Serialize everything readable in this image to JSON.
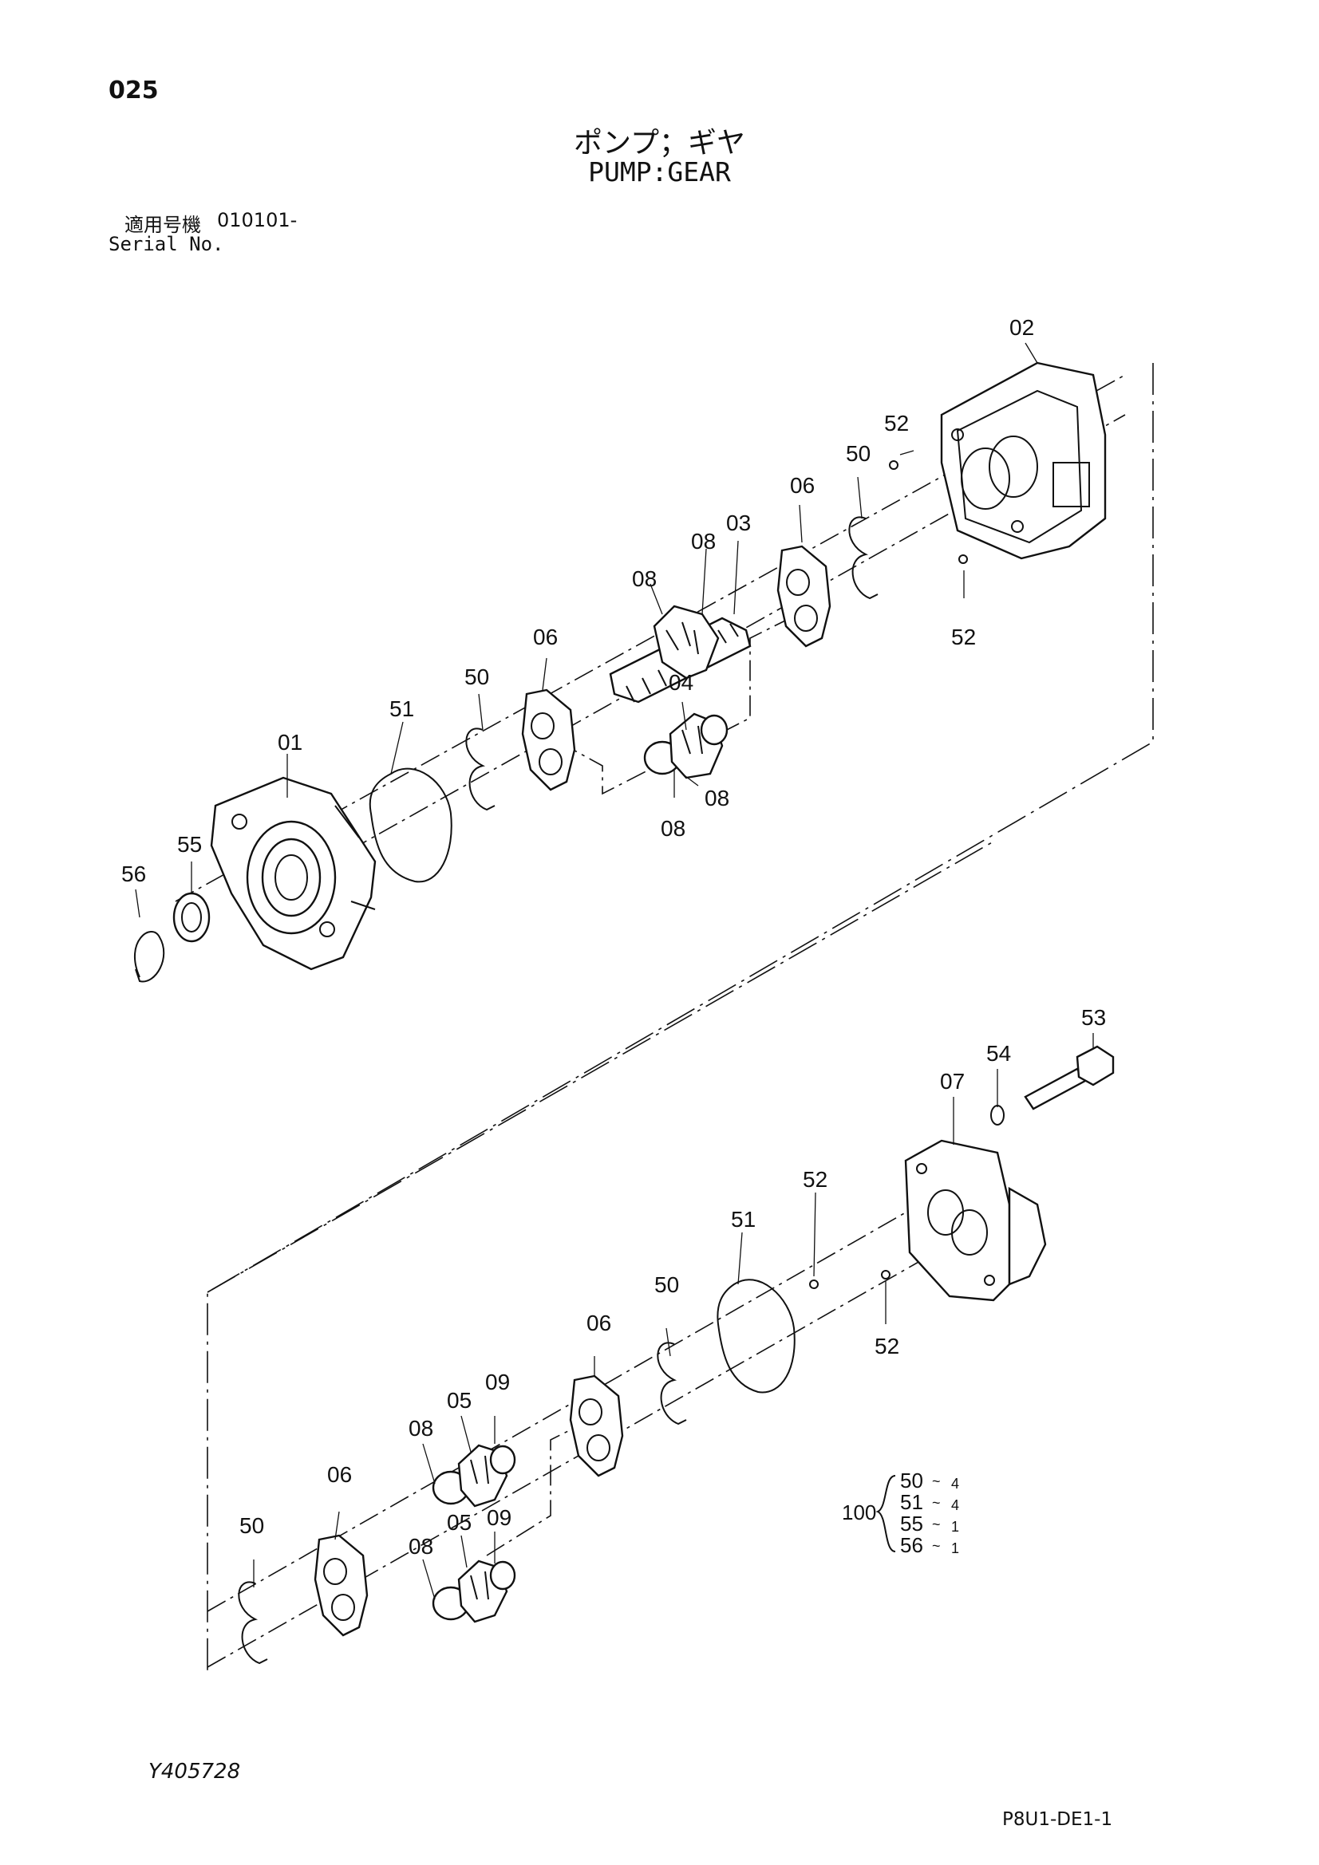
{
  "header": {
    "page_number": "025",
    "title_jp": "ポンプ；ギヤ",
    "title_en": "PUMP:GEAR",
    "serial_label_jp": "適用号機",
    "serial_value": "010101-",
    "serial_label_en": "Serial No."
  },
  "callouts": {
    "c01": "01",
    "c02": "02",
    "c03": "03",
    "c04": "04",
    "c05": "05",
    "c06": "06",
    "c07": "07",
    "c08": "08",
    "c09": "09",
    "c50": "50",
    "c51": "51",
    "c52": "52",
    "c53": "53",
    "c54": "54",
    "c55": "55",
    "c56": "56"
  },
  "kit": {
    "label": "100",
    "items": [
      {
        "part": "50",
        "qty": "4"
      },
      {
        "part": "51",
        "qty": "4"
      },
      {
        "part": "55",
        "qty": "1"
      },
      {
        "part": "56",
        "qty": "1"
      }
    ]
  },
  "footer": {
    "drawing_code": "Y405728",
    "page_code": "P8U1-DE1-1"
  }
}
